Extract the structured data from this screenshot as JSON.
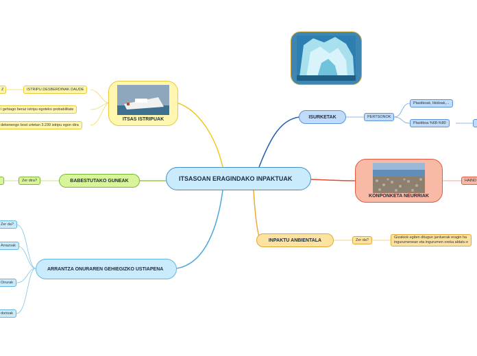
{
  "central": {
    "title": "ITSASOAN ERAGINDAKO INPAKTUAK"
  },
  "topics": {
    "itsas_istripuak": "ITSAS ISTRIPUAK",
    "babestutako_guneak": "BABESTUTAKO GUNEAK",
    "arrantza": "ARRANTZA ONURAREN GEHIEGIZKO USTIAPENA",
    "isurketak": "ISURKETAK",
    "konponketa": "KONPONKETA NEURRIAK",
    "inpaktu": "INPAKTU ANBIENTALA"
  },
  "leaves": {
    "istripu_z": "Z",
    "istripu_desberdinak": "ISTRIPU DESBERDINAK DAUDE",
    "istripu_probabilitate": "i gehiago beraz istripu egoteko probabilitate",
    "istripu_urtetan": "dekenengo bost urtetan 3.239 istripu egon dira",
    "zer_dira": "Zer dira?",
    "arrantza_zer_da": "Zer da?",
    "arrazoak": "Arrazoak",
    "onurak": "Onurak",
    "ondorioak": "dorioak",
    "pertsonok": "PERTSONOK",
    "plastikoak": "Plastikoak, likidoak,...",
    "plastikoa_pct": "Plastikoa %68-%80",
    "inpaktu_zer_da": "Zer da?",
    "inpaktu_desc_1": "Gizakiok egiten ditugun jarduerak eragin ha",
    "inpaktu_desc_2": "ingurumenean eta ingurumen oreka aldatu e",
    "haind": "HAIND"
  },
  "colors": {
    "yellow_branch": "#f2c81a",
    "blue_branch": "#1f5fb6",
    "green_branch": "#98c73e",
    "cyan_branch": "#4aa8dc",
    "orange_branch": "#e8a93a",
    "red_branch": "#e34a2e"
  }
}
